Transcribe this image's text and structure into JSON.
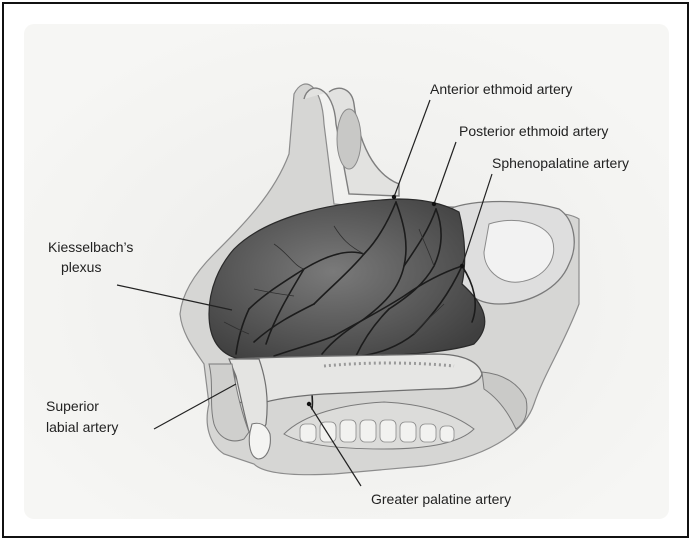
{
  "title": "",
  "colors": {
    "frame": "#111111",
    "background": "#ffffff",
    "leader_line": "#222222",
    "vessel": "#2a2a2a",
    "septum_fill": "#5c5c5c",
    "bone": "#d8d8d6",
    "tissue": "#bdbdbd"
  },
  "labels": {
    "anterior_ethmoid": "Anterior ethmoid artery",
    "posterior_ethmoid": "Posterior ethmoid artery",
    "sphenopalatine": "Sphenopalatine artery",
    "kiesselbach_line1": "Kiesselbach’s",
    "kiesselbach_line2": "plexus",
    "superior_labial_line1": "Superior",
    "superior_labial_line2": "labial artery",
    "greater_palatine": "Greater palatine artery"
  }
}
